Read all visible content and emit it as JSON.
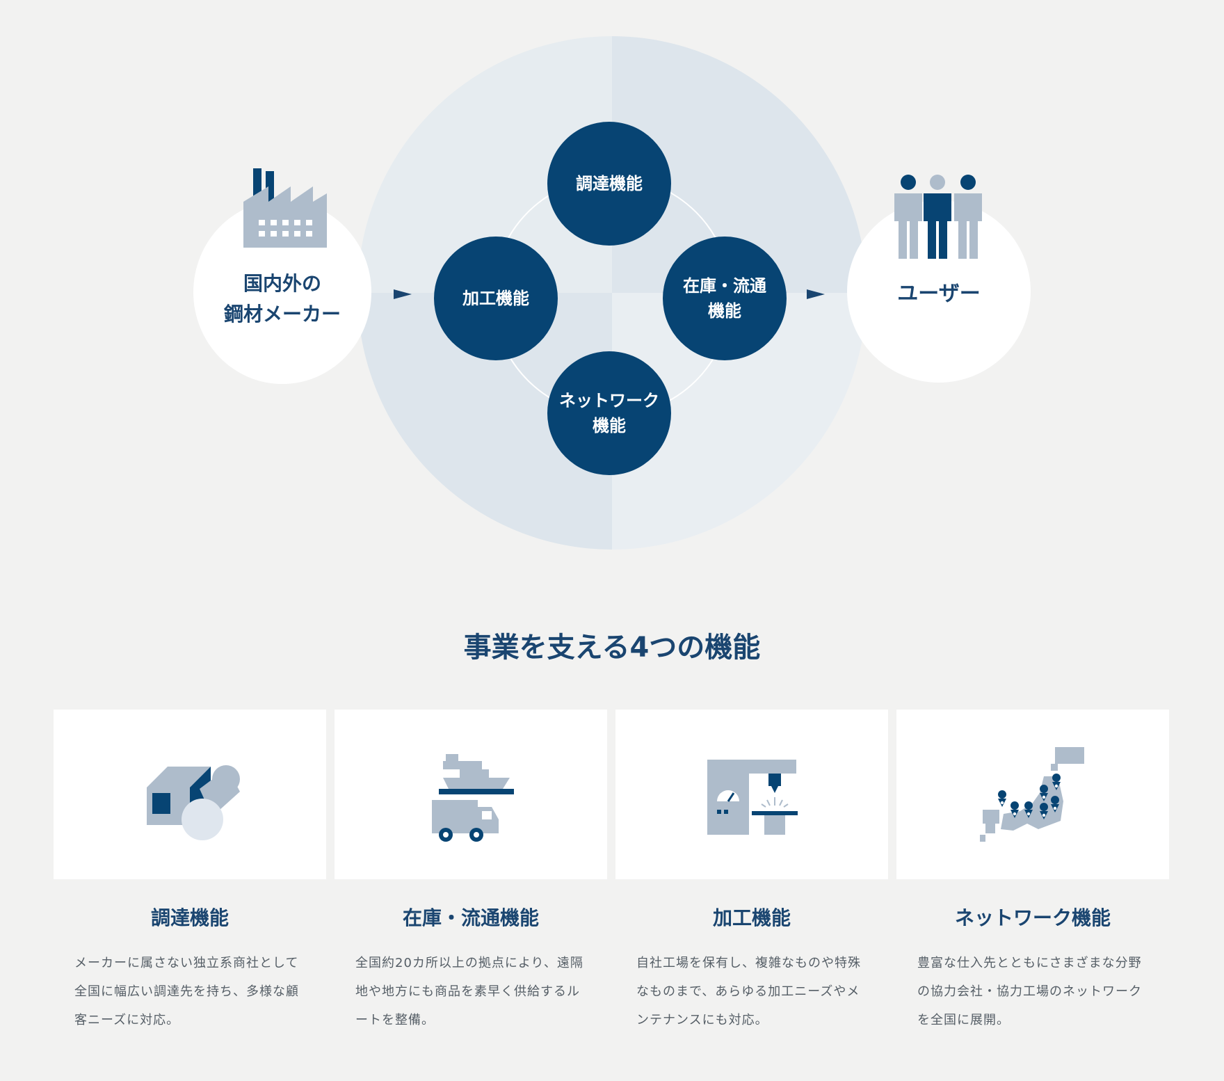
{
  "diagram": {
    "source_label": "国内外の\n鋼材メーカー",
    "target_label": "ユーザー",
    "functions": {
      "procurement": "調達機能",
      "processing": "加工機能",
      "inventory": "在庫・流通\n機能",
      "network": "ネットワーク\n機能"
    }
  },
  "section_title": "事業を支える4つの機能",
  "cards": [
    {
      "title": "調達機能",
      "desc": "メーカーに属さない独立系商社として全国に幅広い調達先を持ち、多様な顧客ニーズに対応。",
      "icon": "steel-materials-icon"
    },
    {
      "title": "在庫・流通機能",
      "desc": "全国約20カ所以上の拠点により、遠隔地や地方にも商品を素早く供給するルートを整備。",
      "icon": "ship-truck-icon"
    },
    {
      "title": "加工機能",
      "desc": "自社工場を保有し、複雑なものや特殊なものまで、あらゆる加工ニーズやメンテナンスにも対応。",
      "icon": "machine-tool-icon"
    },
    {
      "title": "ネットワーク機能",
      "desc": "豊富な仕入先とともにさまざまな分野の協力会社・協力工場のネットワークを全国に展開。",
      "icon": "japan-map-icon"
    }
  ],
  "colors": {
    "navy": "#074473",
    "light": "#aebccb",
    "text": "#1a4570",
    "background": "#f2f2f1"
  }
}
